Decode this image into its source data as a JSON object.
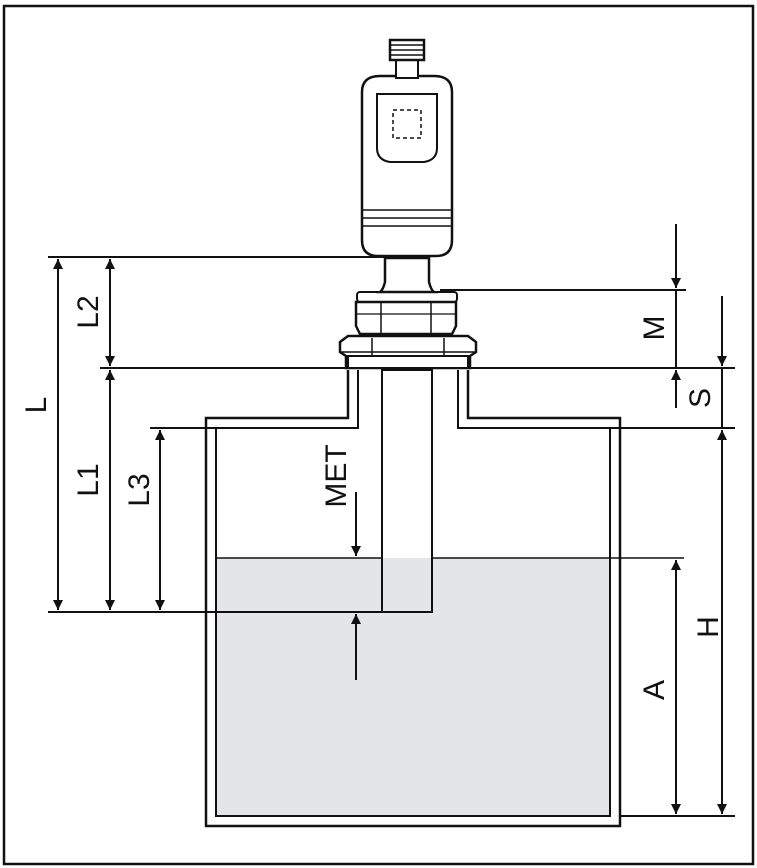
{
  "diagram": {
    "labels": {
      "L": "L",
      "L1": "L1",
      "L2": "L2",
      "L3": "L3",
      "MET": "MET",
      "M": "M",
      "S": "S",
      "H": "H",
      "A": "A"
    },
    "colors": {
      "line": "#111111",
      "liquid": "#e4e5e8",
      "background": "#ffffff",
      "sensor_body": "#ffffff"
    }
  }
}
